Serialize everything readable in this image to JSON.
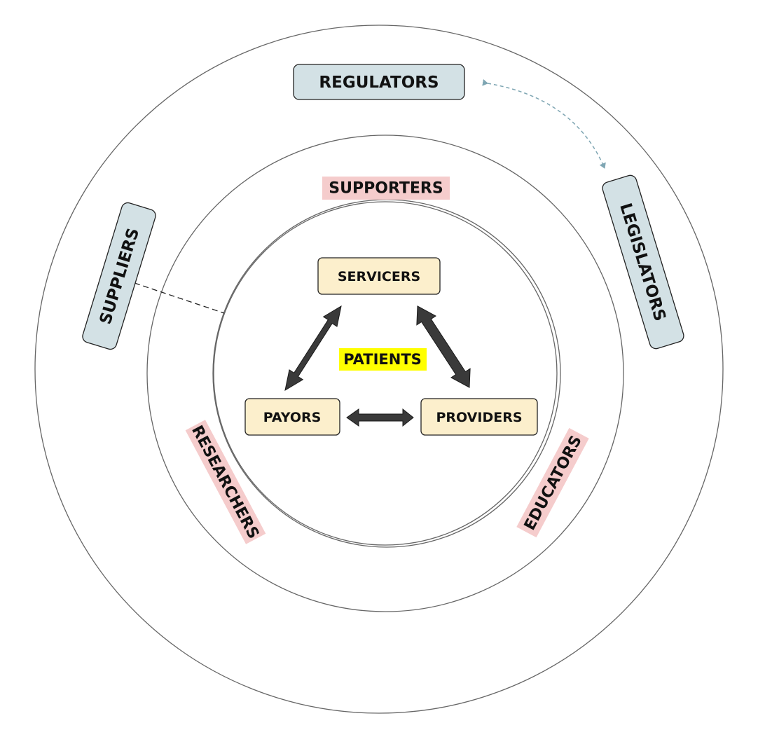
{
  "diagram": {
    "core_label": "PATIENTS",
    "core_nodes": {
      "servicers": "SERVICERS",
      "payors": "PAYORS",
      "providers": "PROVIDERS"
    },
    "middle_ring": {
      "top": "SUPPORTERS",
      "left": "RESEARCHERS",
      "right": "EDUCATORS"
    },
    "outer_ring": {
      "regulators": "REGULATORS",
      "legislators": "LEGISLATORS",
      "suppliers": "SUPPLIERS"
    }
  },
  "colors": {
    "core_fill": "#fcefcc",
    "outer_fill": "#d3e1e5",
    "middle_highlight": "#f5cccc",
    "patients_highlight": "#ffff00",
    "arrow": "#3a3a3a",
    "dashed_arrow": "#7fa6b3"
  }
}
